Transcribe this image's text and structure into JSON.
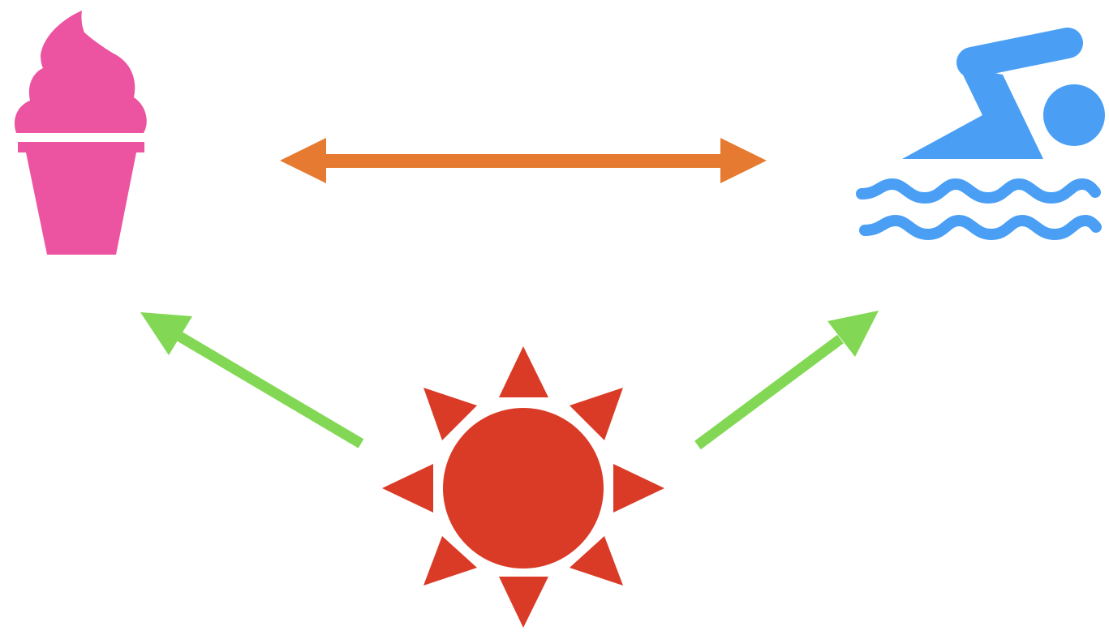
{
  "nodes": {
    "ice_cream": {
      "icon": "ice-cream-icon",
      "color": "#EC53A0"
    },
    "swimmer": {
      "icon": "swimmer-icon",
      "color": "#4A9FF5"
    },
    "sun": {
      "icon": "sun-icon",
      "color": "#DA3B26"
    }
  },
  "edges": [
    {
      "from": "ice_cream",
      "to": "swimmer",
      "direction": "both",
      "color": "#E57A30"
    },
    {
      "from": "sun",
      "to": "ice_cream",
      "direction": "forward",
      "color": "#82D854"
    },
    {
      "from": "sun",
      "to": "swimmer",
      "direction": "forward",
      "color": "#82D854"
    }
  ]
}
